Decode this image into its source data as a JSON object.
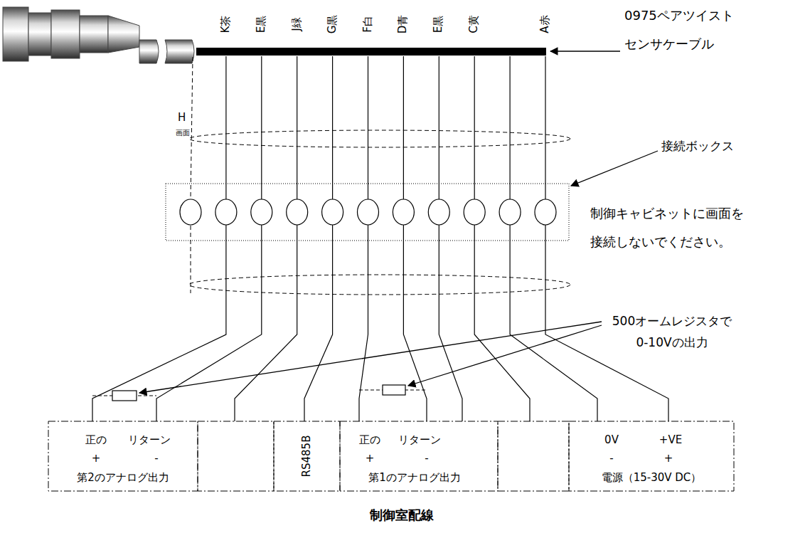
{
  "diagram": {
    "caption": "制御室配線",
    "nodes": [
      {
        "text": [
          "正の",
          "リターン",
          "+",
          "-",
          "第2のアナログ出力"
        ]
      },
      {
        "text": [
          "RS485B"
        ]
      },
      {
        "text": [
          "正の",
          "リターン",
          "+",
          "-",
          "第1のアナログ出力"
        ]
      },
      {
        "text": [
          "0V",
          "+VE",
          "-",
          "+",
          "電源（15-30V DC）"
        ]
      }
    ],
    "labels": [
      "K茶",
      "E黒",
      "J緑",
      "G黒",
      "F白",
      "D青",
      "E黒",
      "C黄",
      "A赤",
      "0975ペアツイスト",
      "センサケーブル",
      "H",
      "画面",
      "接続ボックス",
      "制御キャビネットに画面を 接続しないでください。",
      "500オームレジスタで 0-10Vの出力"
    ]
  }
}
